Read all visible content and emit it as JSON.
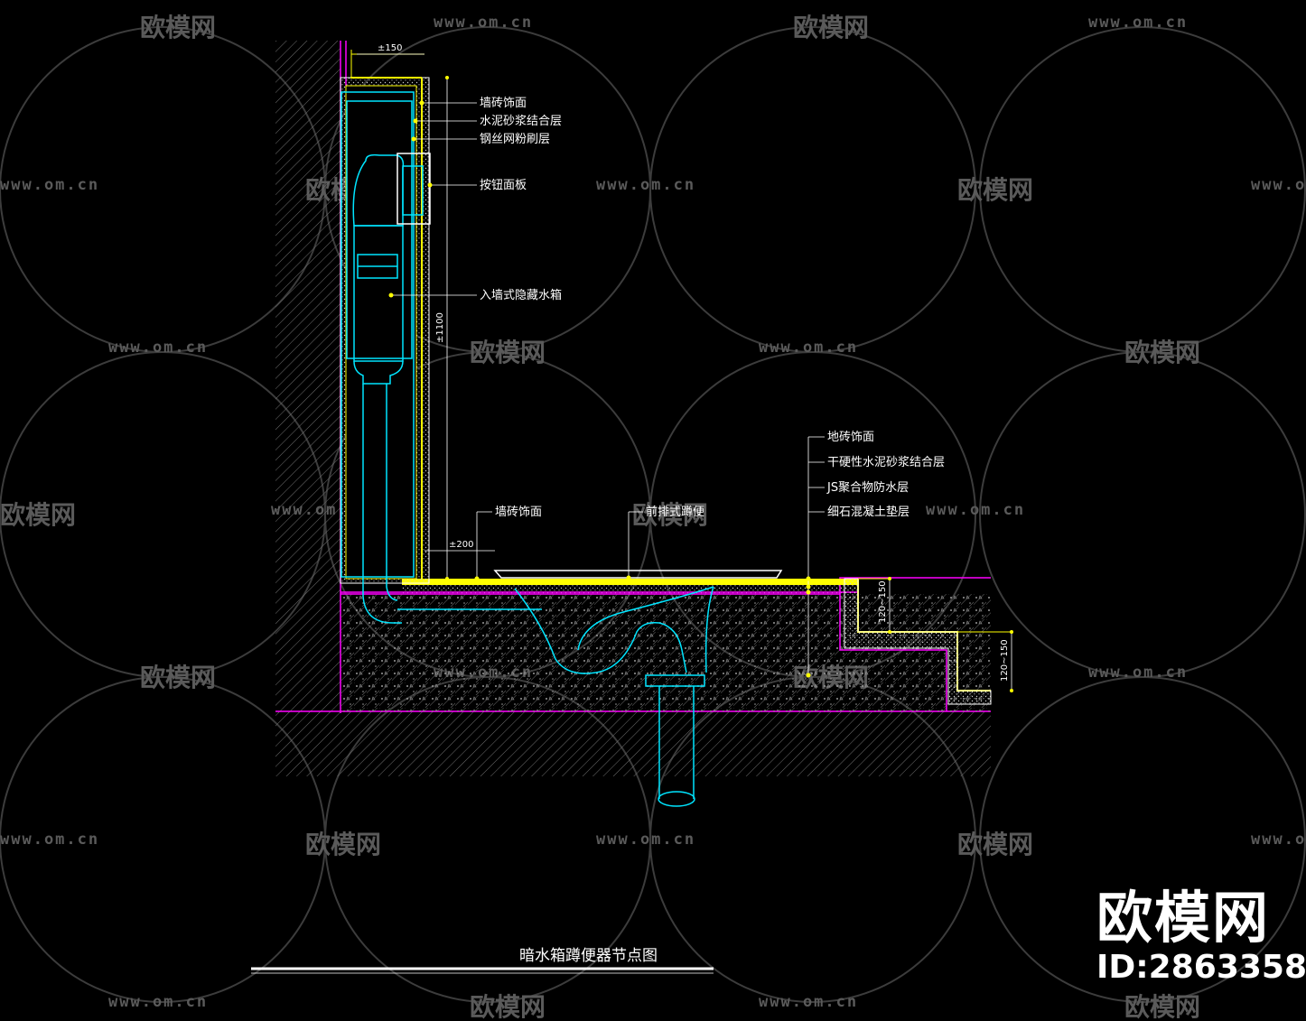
{
  "watermark": {
    "url": "www.om.cn",
    "logo": "欧模网"
  },
  "labels": {
    "wall_tile": "墙砖饰面",
    "cement_mortar": "水泥砂浆结合层",
    "wire_mesh": "钢丝网粉刷层",
    "button_panel": "按钮面板",
    "concealed_tank": "入墙式隐藏水箱",
    "floor_tile": "地砖饰面",
    "dry_mortar": "干硬性水泥砂浆结合层",
    "js_waterproof": "JS聚合物防水层",
    "concrete_base": "细石混凝土垫层",
    "wall_tile_lower": "墙砖饰面",
    "squat_toilet": "前排式蹲便"
  },
  "dimensions": {
    "top_width": "±150",
    "height": "±1100",
    "bottom_width": "±200",
    "step1": "120~150",
    "step2": "120~150"
  },
  "title": "暗水箱蹲便器节点图",
  "brand": {
    "name": "欧模网",
    "id": "ID:2863358"
  },
  "colors": {
    "background": "#000000",
    "structure": "#ff00ff",
    "fixture": "#00e5ff",
    "finish": "#ffff00",
    "hatch": "#8a8a8a",
    "label": "#ffffff",
    "watermark": "#5a5a5a"
  }
}
